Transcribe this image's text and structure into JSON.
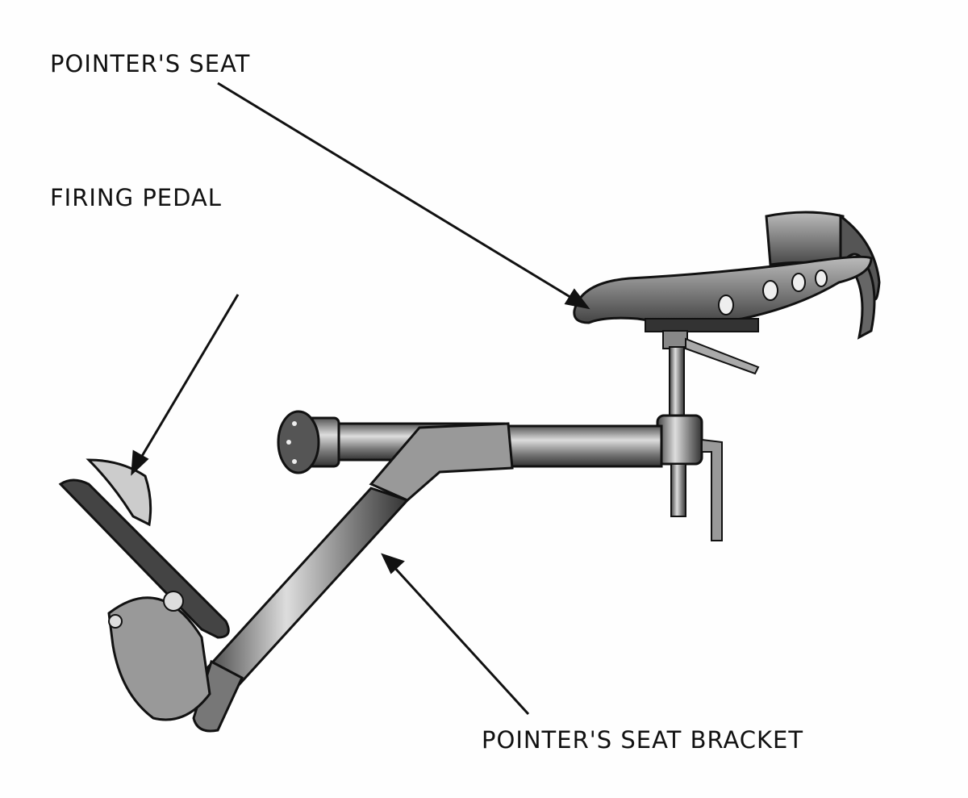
{
  "labels": {
    "seat": "POINTER'S SEAT",
    "pedal": "FIRING PEDAL",
    "bracket": "POINTER'S SEAT BRACKET"
  },
  "colors": {
    "ink": "#111111",
    "metal_dark": "#3a3a3a",
    "metal_mid": "#8a8a8a",
    "metal_light": "#d0d0d0"
  }
}
